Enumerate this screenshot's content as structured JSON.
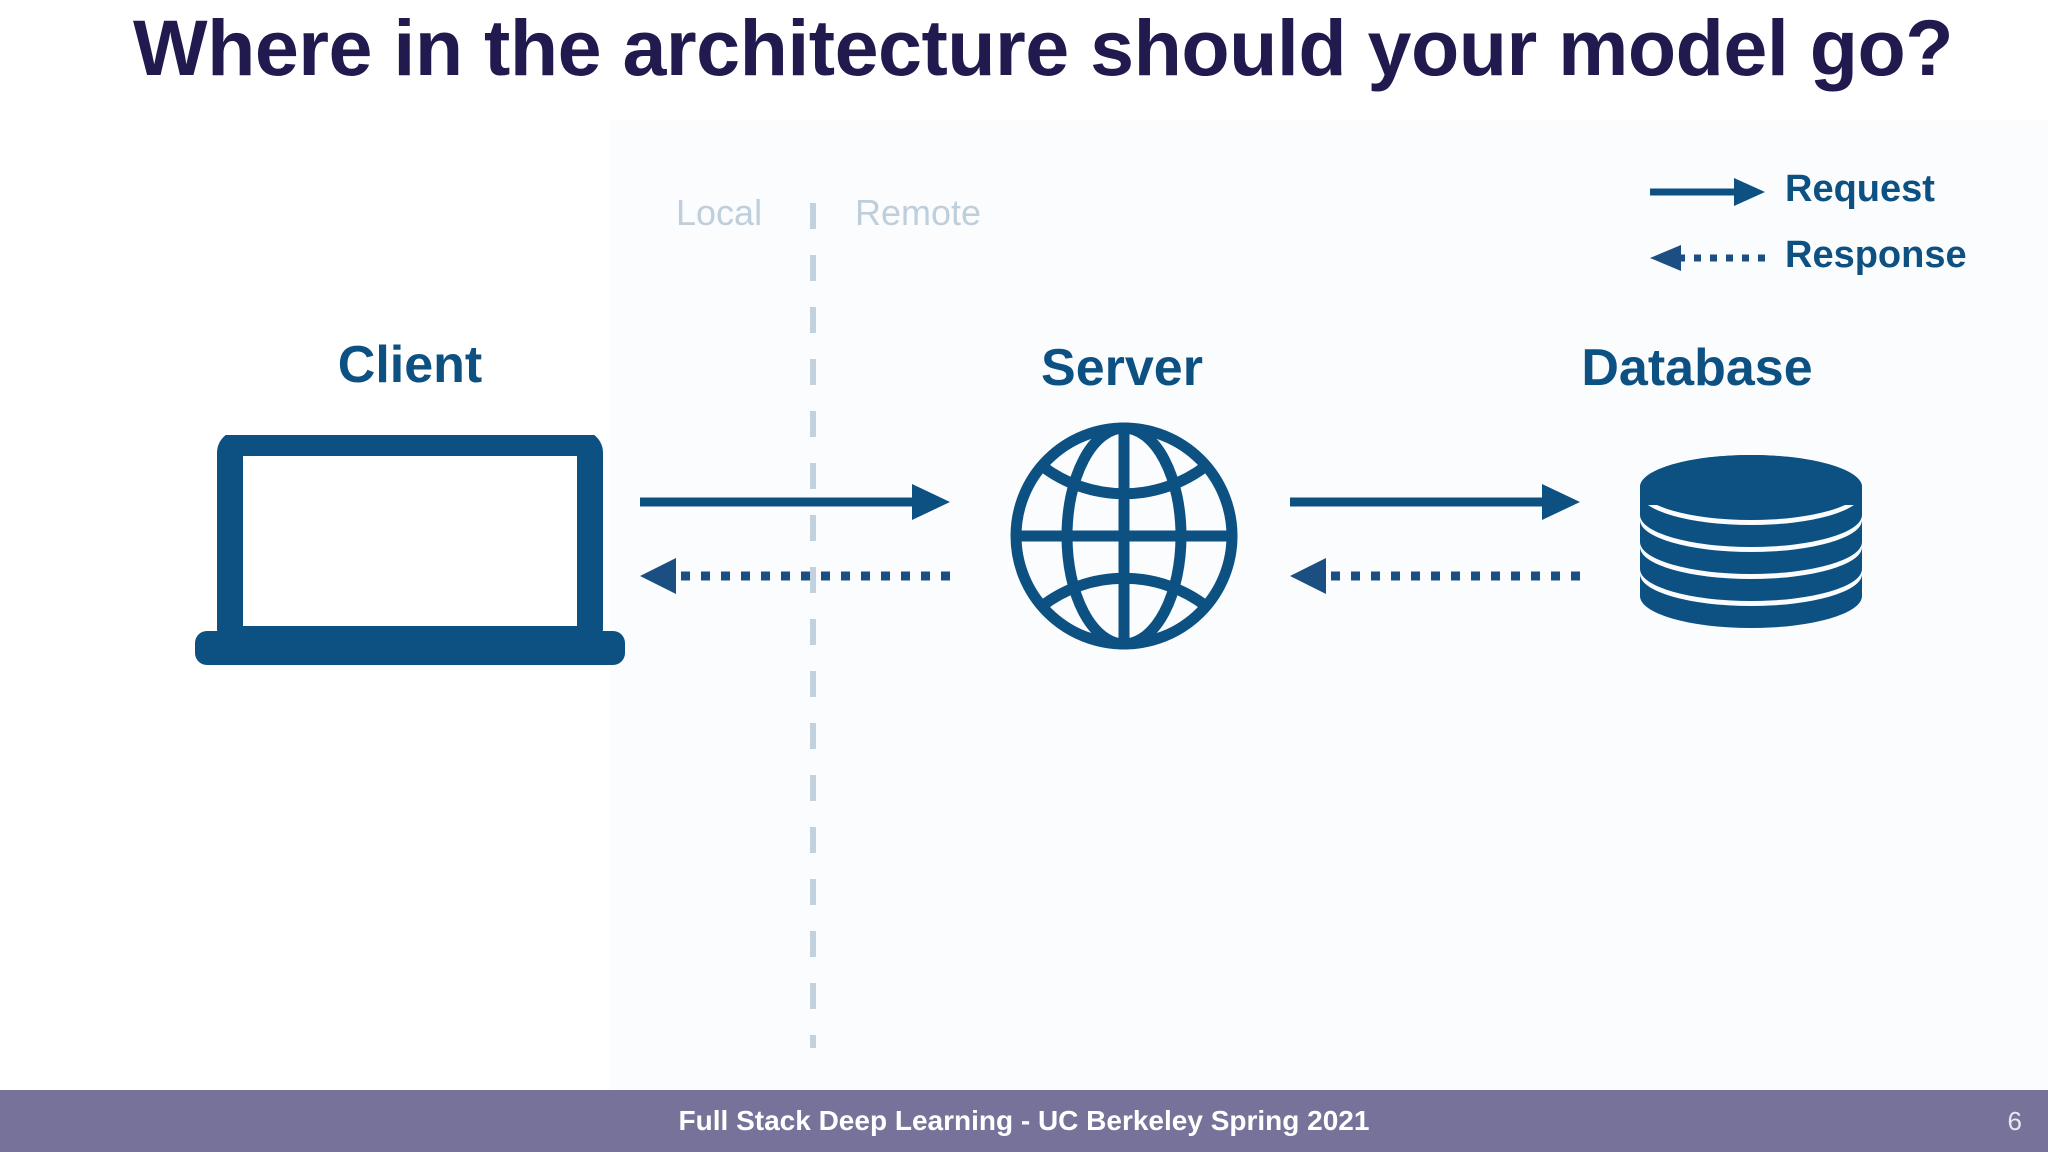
{
  "slide": {
    "title": "Where in the architecture should your model go?",
    "title_color": "#201a4e",
    "background_color": "#ffffff",
    "accent_color": "#0d5183",
    "muted_color": "#bfcedb"
  },
  "zones": {
    "local_label": "Local",
    "remote_label": "Remote",
    "divider_icon": "vertical-dashed-divider"
  },
  "nodes": [
    {
      "id": "client",
      "label": "Client",
      "icon": "laptop-icon"
    },
    {
      "id": "server",
      "label": "Server",
      "icon": "globe-icon"
    },
    {
      "id": "database",
      "label": "Database",
      "icon": "database-stack-icon"
    }
  ],
  "connections": [
    {
      "from": "client",
      "to": "server",
      "request_icon": "arrow-right-solid-icon",
      "response_icon": "arrow-left-dotted-icon"
    },
    {
      "from": "server",
      "to": "database",
      "request_icon": "arrow-right-solid-icon",
      "response_icon": "arrow-left-dotted-icon"
    }
  ],
  "legend": {
    "items": [
      {
        "label": "Request",
        "icon": "arrow-right-solid-icon"
      },
      {
        "label": "Response",
        "icon": "arrow-left-dotted-icon"
      }
    ]
  },
  "footer": {
    "text": "Full Stack Deep Learning - UC Berkeley Spring 2021",
    "page_number": "6",
    "bar_color": "#76729a"
  }
}
